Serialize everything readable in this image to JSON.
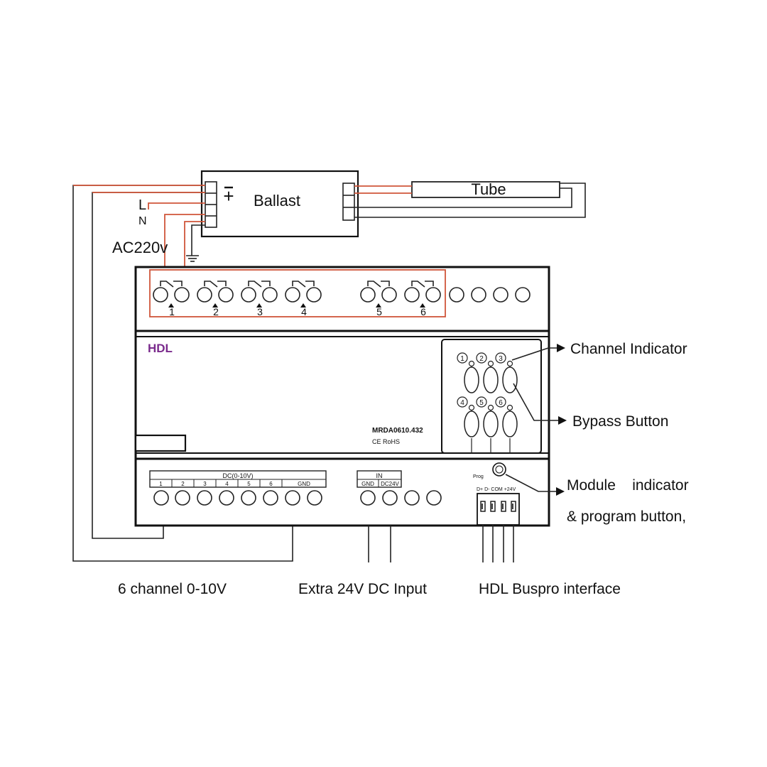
{
  "ballast": {
    "label": "Ballast",
    "symbol": "+"
  },
  "tube": {
    "label": "Tube"
  },
  "power": {
    "line": "L",
    "neutral": "N",
    "supply": "AC220v"
  },
  "relay_channels": [
    "1",
    "2",
    "3",
    "4",
    "5",
    "6"
  ],
  "module": {
    "brand": "HDL",
    "model": "MRDA0610.432",
    "cert": "CE RoHS",
    "leds": [
      "1",
      "2",
      "3",
      "4",
      "5",
      "6"
    ]
  },
  "dc_block": {
    "title": "DC(0-10V)",
    "pins": [
      "1",
      "2",
      "3",
      "4",
      "5",
      "6",
      "GND"
    ]
  },
  "input_block": {
    "title": "IN",
    "pins": [
      "GND",
      "DC24V"
    ]
  },
  "bus": {
    "prog_label": "Prog",
    "pins": "D+ D- COM +24V"
  },
  "callouts": {
    "channel_indicator": "Channel Indicator",
    "bypass_button": "Bypass Button",
    "module_indicator": "Module    indicator",
    "program_button": "& program button,"
  },
  "bottom_labels": {
    "dc_channels": "6 channel 0-10V",
    "extra_input": "Extra 24V DC Input",
    "buspro": "HDL Buspro interface"
  },
  "colors": {
    "wire_red": "#d0563a",
    "brand": "#7a2a8c",
    "line": "#111111"
  }
}
